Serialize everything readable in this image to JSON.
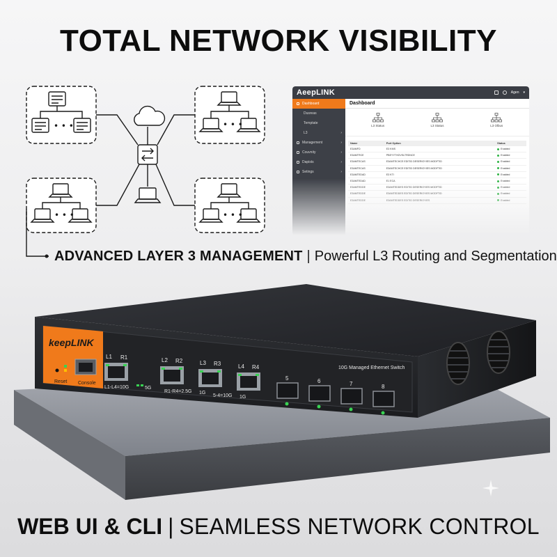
{
  "headline": "TOTAL NETWORK VISIBILITY",
  "dashboard": {
    "brand": "AeepLINK",
    "user": "Agen",
    "title": "Dashboard",
    "sidebar": [
      {
        "label": "Dashboard",
        "active": true,
        "sub": false,
        "chevron": false
      },
      {
        "label": "Dusreas",
        "active": false,
        "sub": true,
        "chevron": false
      },
      {
        "label": "Temptate",
        "active": false,
        "sub": true,
        "chevron": false
      },
      {
        "label": "L3",
        "active": false,
        "sub": true,
        "chevron": true
      },
      {
        "label": "Management",
        "active": false,
        "sub": false,
        "chevron": true
      },
      {
        "label": "Couvnity",
        "active": false,
        "sub": false,
        "chevron": true
      },
      {
        "label": "Dapists",
        "active": false,
        "sub": false,
        "chevron": true
      },
      {
        "label": "Setings",
        "active": false,
        "sub": false,
        "chevron": true
      }
    ],
    "status_cards": [
      "L3 Status",
      "L3 Status",
      "L3 Olbus"
    ],
    "table": {
      "headers": [
        "Name",
        "Port Option",
        "Status"
      ],
      "rows": [
        [
          "E3AMFD",
          "E3 KMS",
          "Enabled"
        ],
        [
          "E3AMTRCE",
          "PBEYYTHOVSLTRDNCE",
          "Enabled"
        ],
        [
          "E3AMTECAS",
          "E3AMTECHCE EDITID DESERIOYIES MODFTID",
          "Enabled"
        ],
        [
          "E3AMTECAS",
          "E3AMTECHCE EDITID DESERIOYIES MODFTID",
          "Enabled"
        ],
        [
          "E3AMTEDAD",
          "E3 KTI",
          "Enabled"
        ],
        [
          "E3AMTEDAD",
          "E1 ECA",
          "Enabled"
        ],
        [
          "E3AMTEDDE",
          "E3AMTEDDES EDITID DESERIOYIES MODFTID",
          "Enabled"
        ],
        [
          "E3AMTEDDE",
          "E3AMTEDDES EDITID DESERIOYIES MODFTID",
          "Enabled"
        ],
        [
          "E3AMTEDDE",
          "E3AMTEDDES EDITID DESERIOYIES",
          "Enabled"
        ]
      ]
    }
  },
  "tagline": {
    "bold": "ADVANCED LAYER 3 MANAGEMENT",
    "separator": "|",
    "rest": "Powerful L3 Routing and Segmentation"
  },
  "device": {
    "brand": "keepLINK",
    "model_label": "10G Managed Ethernet Switch",
    "reset_label": "Reset",
    "console_label": "Console",
    "port_labels": {
      "L1": "L1",
      "R1": "R1",
      "L2": "L2",
      "R2": "R2",
      "L3": "L3",
      "R3": "R3",
      "L4": "L4",
      "R4": "R4",
      "p5": "5",
      "p6": "6",
      "p7": "7",
      "p8": "8"
    },
    "legend": {
      "l1": "L1-L4=10G",
      "g5": "5G",
      "r1r4": "R1-R4=2.5G",
      "g1a": "1G",
      "s54": "5-4=10G",
      "g1b": "1G"
    }
  },
  "caption": {
    "bold": "WEB UI & CLI",
    "separator": "|",
    "rest": "SEAMLESS NETWORK CONTROL"
  },
  "colors": {
    "accent_orange": "#f07a1b",
    "dash_sidebar": "#3d4047",
    "status_green": "#2fb344",
    "led_green": "#39d353"
  }
}
